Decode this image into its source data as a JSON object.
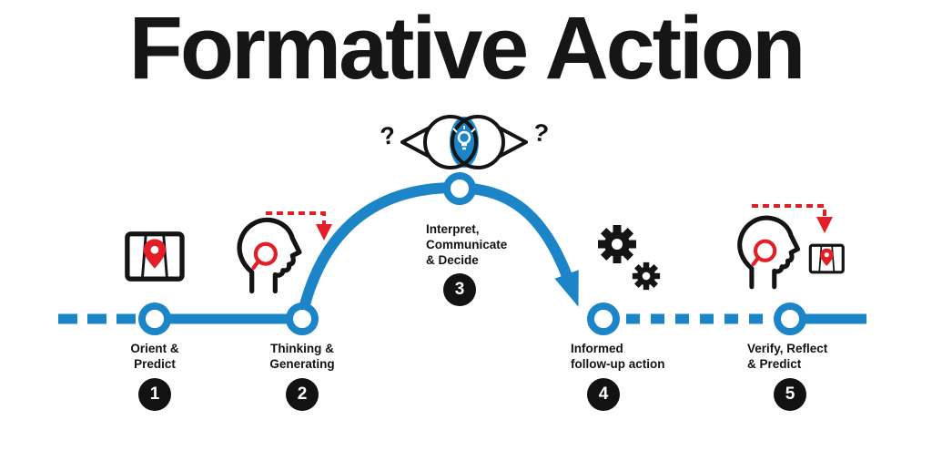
{
  "title": "Formative Action",
  "colors": {
    "accent_blue": "#1b85c8",
    "accent_red": "#e31e26",
    "ink_black": "#141414"
  },
  "steps": [
    {
      "number": "1",
      "label": "Orient &\nPredict",
      "icon": "map-pin-icon"
    },
    {
      "number": "2",
      "label": "Thinking &\nGenerating",
      "icon": "thinking-head-icon"
    },
    {
      "number": "3",
      "label": "Interpret,\nCommunicate\n& Decide",
      "icon": "insight-eye-icon"
    },
    {
      "number": "4",
      "label": "Informed\nfollow-up action",
      "icon": "gears-icon"
    },
    {
      "number": "5",
      "label": "Verify, Reflect\n& Predict",
      "icon": "head-with-map-icon"
    }
  ],
  "eye": {
    "question_left": "?",
    "question_right": "?"
  }
}
